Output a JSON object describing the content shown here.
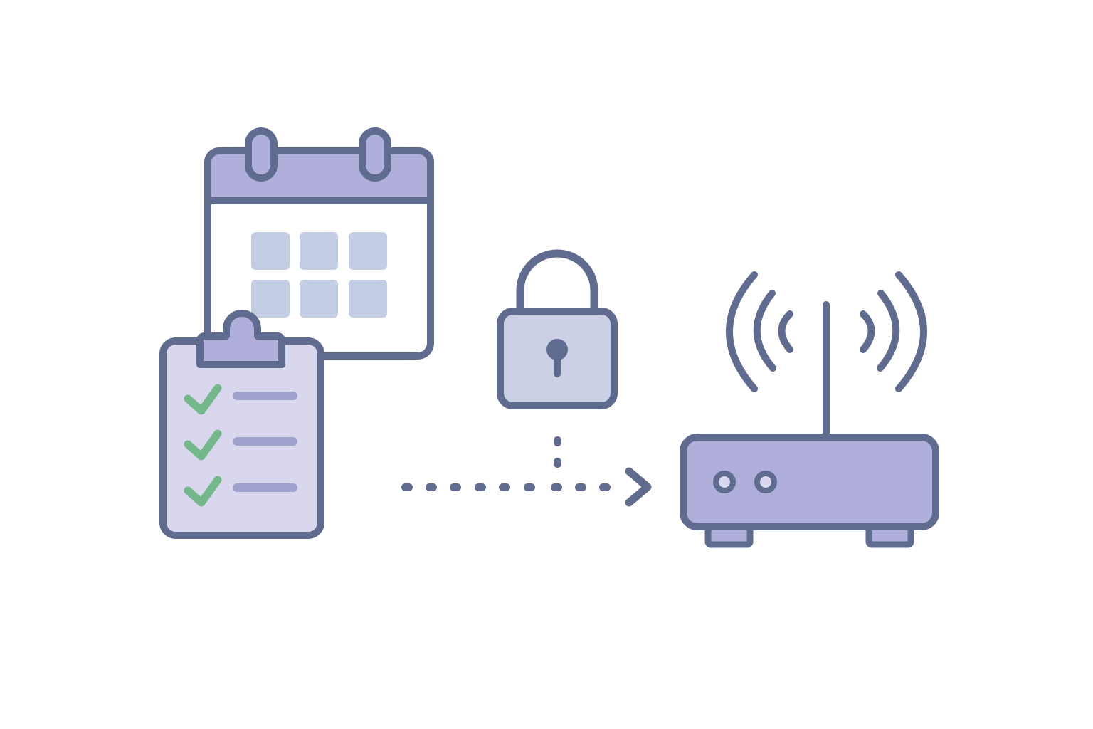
{
  "colors": {
    "stroke": "#5f6b8f",
    "lavender": "#b0aedb",
    "lavender_light": "#d9d7ee",
    "calendar_cell": "#c3cde3",
    "lock_body": "#ccd0e4",
    "check_green": "#73b88a",
    "line_purple": "#9fa2cc",
    "background": "#ffffff"
  },
  "icons": {
    "calendar": "calendar-icon",
    "checklist": "clipboard-checklist-icon",
    "lock": "padlock-icon",
    "router": "wifi-router-icon",
    "arrow": "dotted-arrow-icon"
  },
  "checklist_items": 3,
  "calendar_cells": 6,
  "router_lights": 2,
  "wifi_arcs_per_side": 3
}
